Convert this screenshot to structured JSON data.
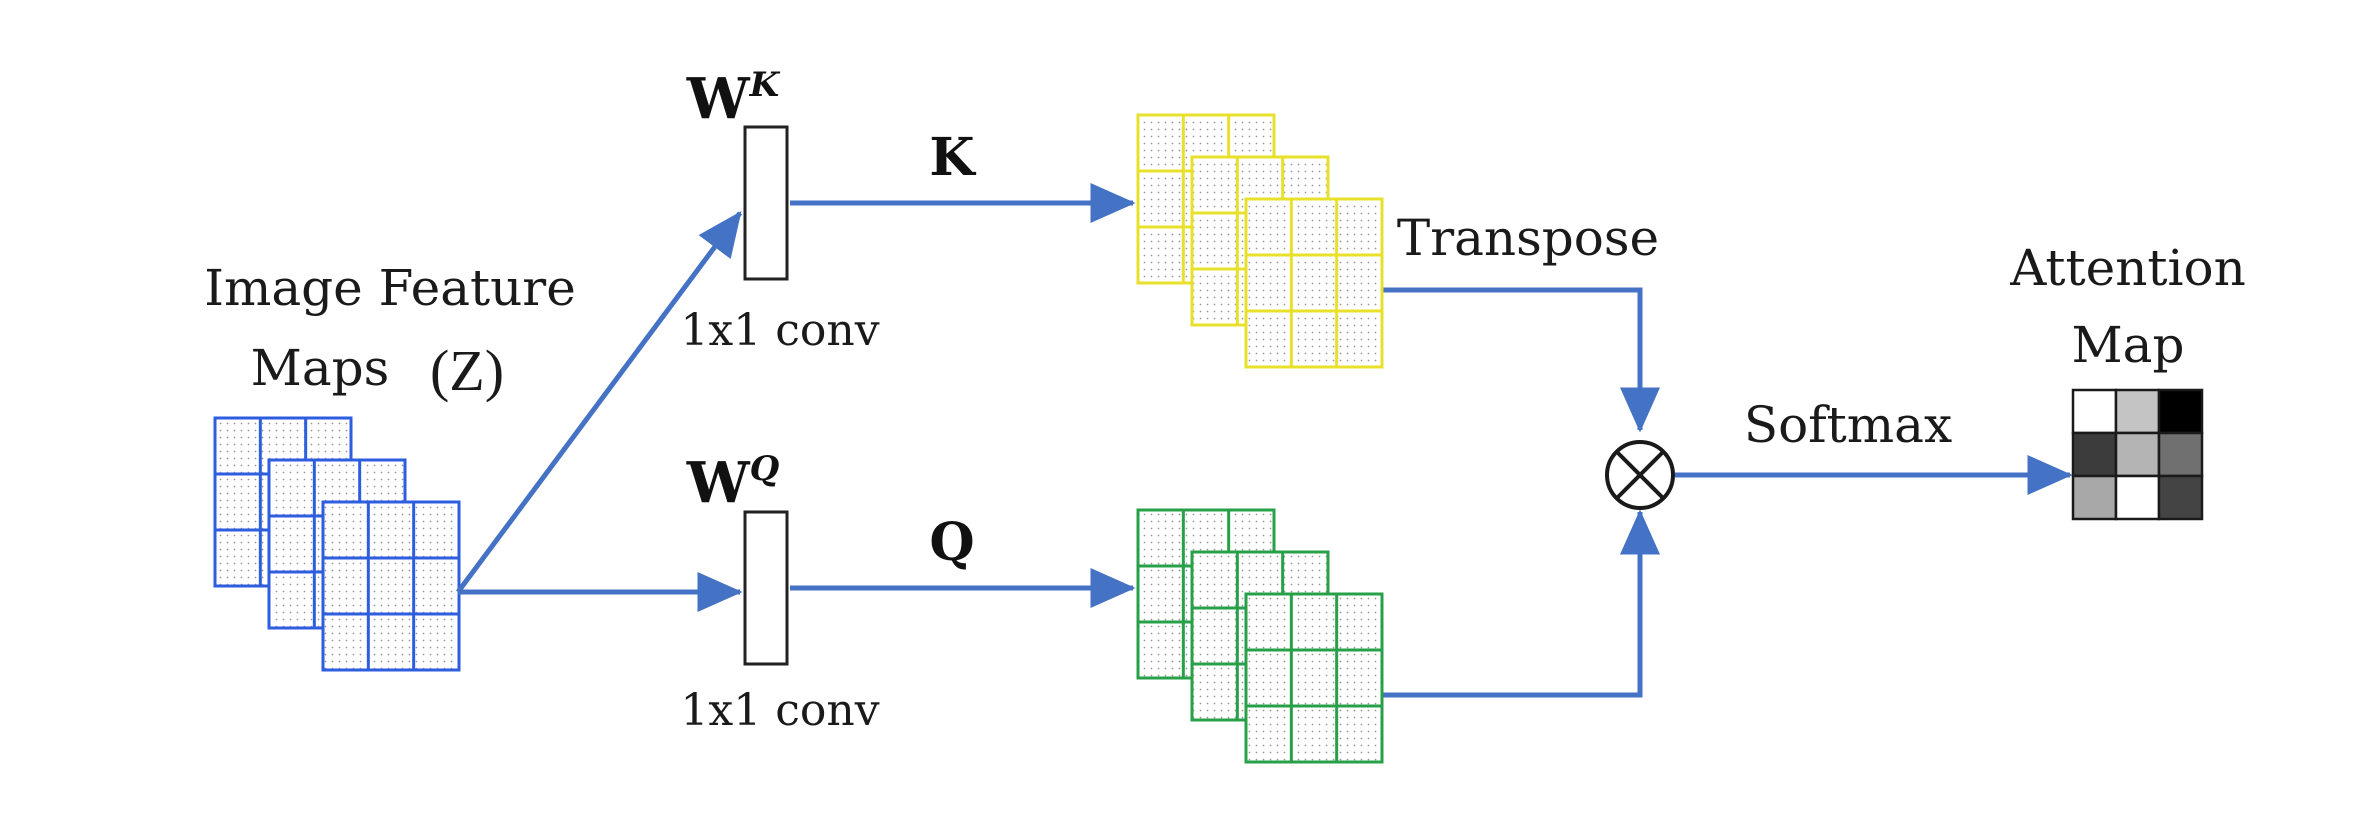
{
  "input": {
    "line1": "Image Feature",
    "line2": "Maps",
    "symbol": "(Z)"
  },
  "wk": {
    "w": "W",
    "sup": "K",
    "caption": "1x1 conv"
  },
  "wq": {
    "w": "W",
    "sup": "Q",
    "caption": "1x1 conv"
  },
  "k_label": "K",
  "q_label": "Q",
  "transpose_label": "Transpose",
  "softmax_label": "Softmax",
  "output": {
    "line1": "Attention",
    "line2": "Map",
    "cells": [
      "#ffffff",
      "#c4c4c4",
      "#000000",
      "#3c3c3c",
      "#b4b4b4",
      "#707070",
      "#a8a8a8",
      "#ffffff",
      "#444444"
    ]
  },
  "colors": {
    "arrow": "#4472c4",
    "z_maps": "#2e5ee0",
    "k_maps": "#e8e02a",
    "q_maps": "#27a047",
    "box_stroke": "#222222"
  }
}
